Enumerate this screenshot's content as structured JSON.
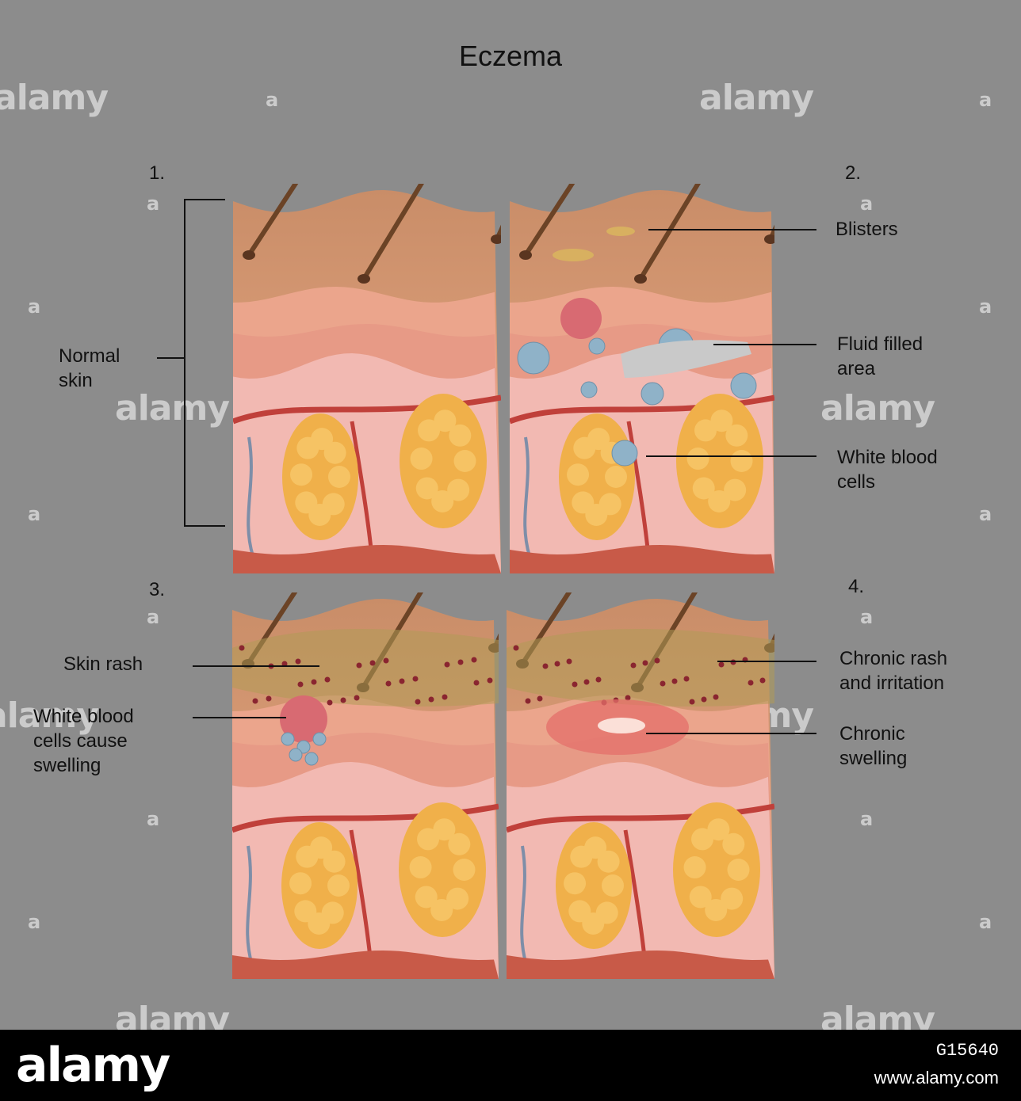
{
  "title": "Eczema",
  "panels": [
    {
      "number": "1."
    },
    {
      "number": "2."
    },
    {
      "number": "3."
    },
    {
      "number": "4."
    }
  ],
  "labels": {
    "normal_skin": "Normal\nskin",
    "blisters": "Blisters",
    "fluid_filled_area": "Fluid filled\narea",
    "white_blood_cells": "White blood\ncells",
    "skin_rash": "Skin rash",
    "wbc_swelling": "White blood\ncells cause\nswelling",
    "chronic_rash": "Chronic rash\nand irritation",
    "chronic_swelling": "Chronic\nswelling"
  },
  "watermark": {
    "text": "alamy",
    "mark": "a"
  },
  "footer": {
    "logo": "alamy",
    "image_id": "G15640",
    "url": "www.alamy.com"
  },
  "colors": {
    "background": "#8c8c8c",
    "epidermis": "#d89a78",
    "dermis_pink": "#f2b9b2",
    "fat": "#f0b04a",
    "vessel": "#c0403a",
    "hair": "#6b4326",
    "fluid": "#8fb2c8"
  }
}
